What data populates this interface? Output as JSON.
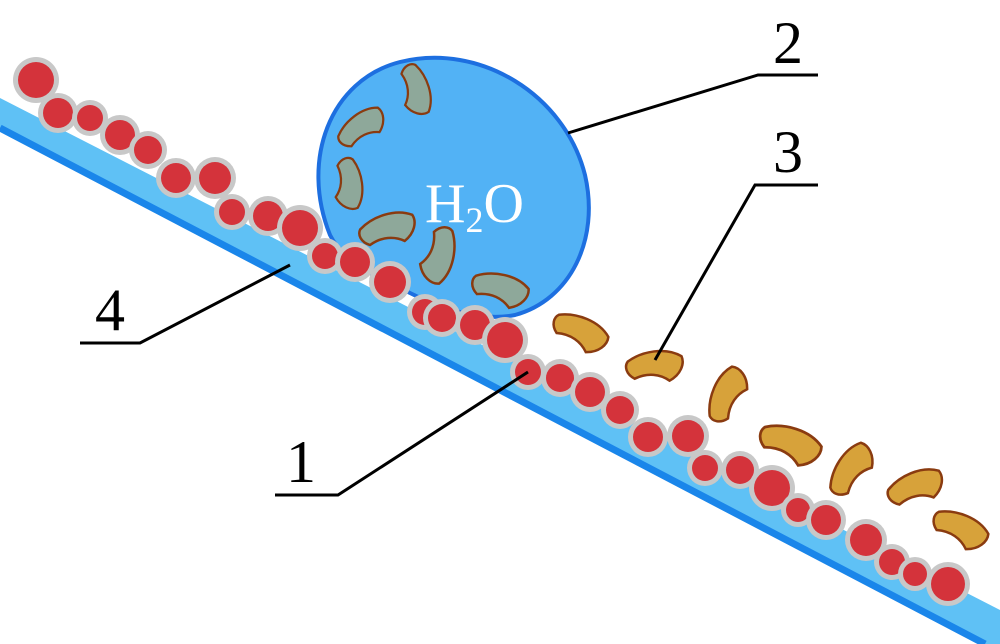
{
  "colors": {
    "surface_light": "#5fc1f5",
    "surface_dark": "#1a86ea",
    "droplet_fill": "#52b2f5",
    "droplet_stroke": "#1d6fe0",
    "sphere_fill": "#d4333b",
    "sphere_halo": "#c8c8c8",
    "dirt_fill": "#d7a23a",
    "dirt_stroke": "#8a3b10",
    "dirt_in_water_fill": "#8ea89a",
    "line": "#000000"
  },
  "droplet": {
    "formula_main": "H",
    "formula_sub": "2",
    "formula_end": "O"
  },
  "labels": {
    "l1": "1",
    "l2": "2",
    "l3": "3",
    "l4": "4"
  }
}
